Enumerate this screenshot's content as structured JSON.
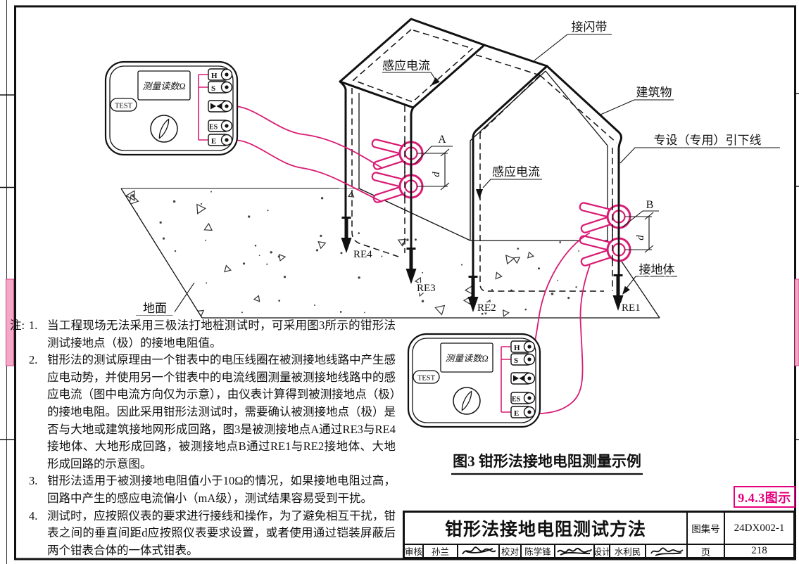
{
  "page": {
    "stamp": "9.4.3图示",
    "figure_caption": "图3 钳形法接地电阻测量示例"
  },
  "diagram": {
    "labels": {
      "lightning_strip": "接闪带",
      "building": "建筑物",
      "down_conductor": "专设（专用）引下线",
      "induced_current_1": "感应电流",
      "induced_current_2": "感应电流",
      "ground_surface": "地面",
      "grounding_body": "接地体",
      "point_a": "A",
      "point_b": "B",
      "dim_a": "d",
      "dim_b": "d",
      "re1": "RE1",
      "re2": "RE2",
      "re3": "RE3",
      "re4": "RE4"
    },
    "instrument": {
      "display": "测量读数Ω",
      "test_label": "TEST",
      "terminals": [
        "H",
        "S",
        "⋈",
        "ES",
        "E"
      ]
    }
  },
  "notes": {
    "prefix": "注:",
    "items": [
      {
        "no": "1.",
        "text": "当工程现场无法采用三极法打地桩测试时，可采用图3所示的钳形法测试接地点（极）的接地电阻值。"
      },
      {
        "no": "2.",
        "text": "钳形法的测试原理由一个钳表中的电压线圈在被测接地线路中产生感应电动势，并使用另一个钳表中的电流线圈测量被测接地线路中的感应电流（图中电流方向仅为示意），由仪表计算得到被测接地点（极）的接地电阻。因此采用钳形法测试时，需要确认被测接地点（极）是否与大地或建筑接地网形成回路，图3是被测接地点A通过RE3与RE4接地体、大地形成回路，被测接地点B通过RE1与RE2接地体、大地形成回路的示意图。"
      },
      {
        "no": "3.",
        "text": "钳形法适用于被测接地电阻值小于10Ω的情况，如果接地电阻过高，回路中产生的感应电流偏小（mA级），测试结果容易受到干扰。"
      },
      {
        "no": "4.",
        "text": "测试时，应按照仪表的要求进行接线和操作，为了避免相互干扰，钳表之间的垂直间距d应按照仪表要求设置，或者使用通过铠装屏蔽后两个钳表合体的一体式钳表。"
      }
    ]
  },
  "title_block": {
    "title": "钳形法接地电阻测试方法",
    "atlas_no_label": "图集号",
    "atlas_no": "24DX002-1",
    "page_label": "页",
    "page_no": "218",
    "review_label": "审核",
    "review_name": "孙兰",
    "check_label": "校对",
    "check_name": "陈学锋",
    "design_label": "设计",
    "design_name": "水利民"
  },
  "colors": {
    "accent_magenta": "#d81b74",
    "stamp_magenta": "#e5007d",
    "pink_strip": "#f3a9c6",
    "line_black": "#111111"
  }
}
